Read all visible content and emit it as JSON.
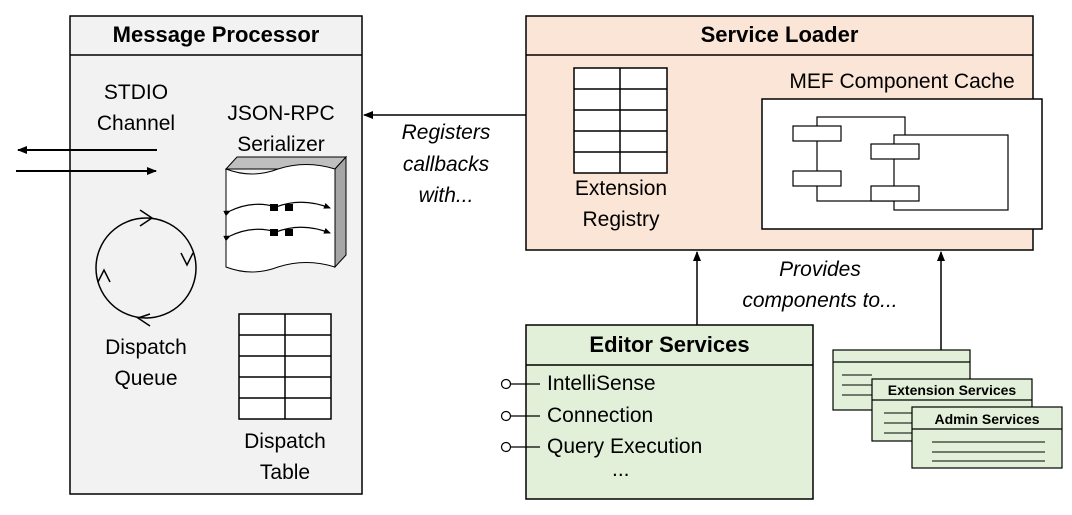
{
  "message_processor": {
    "title": "Message Processor",
    "stdio_line1": "STDIO",
    "stdio_line2": "Channel",
    "serializer_line1": "JSON-RPC",
    "serializer_line2": "Serializer",
    "queue_line1": "Dispatch",
    "queue_line2": "Queue",
    "table_line1": "Dispatch",
    "table_line2": "Table"
  },
  "registers_note": {
    "line1": "Registers",
    "line2": "callbacks",
    "line3": "with..."
  },
  "service_loader": {
    "title": "Service Loader",
    "registry_line1": "Extension",
    "registry_line2": "Registry",
    "cache_title": "MEF Component Cache"
  },
  "provides_note": {
    "line1": "Provides",
    "line2": "components to..."
  },
  "editor_services": {
    "title": "Editor Services",
    "items": [
      "IntelliSense",
      "Connection",
      "Query Execution"
    ],
    "ellipsis": "..."
  },
  "extension_services": {
    "title": "Extension Services"
  },
  "admin_services": {
    "title": "Admin Services"
  },
  "colors": {
    "message_processor_bg": "#f2f2f2",
    "service_loader_bg": "#fbe5d6",
    "services_bg": "#e2efd9",
    "stroke": "#000000",
    "serializer_side": "#a6a6a6"
  }
}
